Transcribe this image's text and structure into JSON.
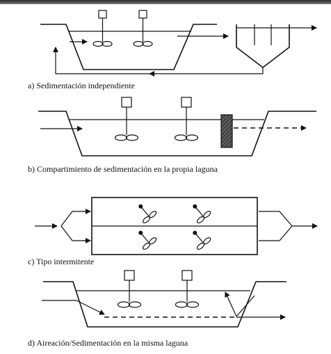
{
  "captions": {
    "a": "a) Sedimentación independiente",
    "b": "b) Compartimiento de sedimentación en la propia laguna",
    "c": "c) Tipo intermitente",
    "d": "d) Aireación/Sedimentación en la misma laguna"
  },
  "colors": {
    "line": "#111111",
    "background": "#ffffff",
    "baffle_hatch": "#555555"
  }
}
